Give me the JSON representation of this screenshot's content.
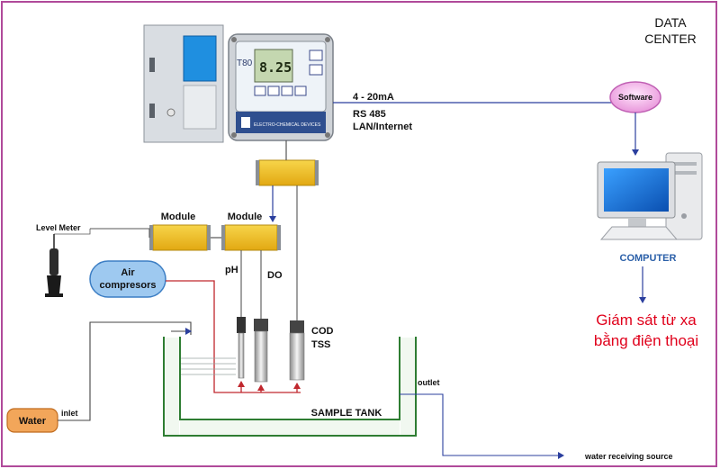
{
  "data_center": {
    "line1": "DATA",
    "line2": "CENTER"
  },
  "controller": {
    "model": "T80",
    "reading": "8.25",
    "brand": "ELECTRO-CHEMICAL DEVICES"
  },
  "link": {
    "line1": "4 - 20mA",
    "line2": "RS 485",
    "line3": "LAN/Internet"
  },
  "software": "Software",
  "computer": "COMPUTER",
  "remote_monitor": {
    "line1": "Giám sát từ xa",
    "line2": "bằng điện thoại"
  },
  "level_meter": "Level Meter",
  "module_1": "Module",
  "module_2": "Module",
  "air": {
    "line1": "Air",
    "line2": "compresors"
  },
  "sensors": {
    "ph": "pH",
    "do": "DO",
    "cod": "COD",
    "tss": "TSS"
  },
  "tank": "SAMPLE TANK",
  "outlet": "outlet",
  "inlet": "inlet",
  "water": "Water",
  "receiving": "water receiving source",
  "colors": {
    "border": "#b04a9a",
    "module": "#f2c21b",
    "line_blue": "#2b3f9e",
    "line_red": "#c0272d",
    "tank": "#2e7d32",
    "air_bg": "#9ec9f0",
    "water_bg": "#f2a65a",
    "remote_text": "#e0001b"
  }
}
